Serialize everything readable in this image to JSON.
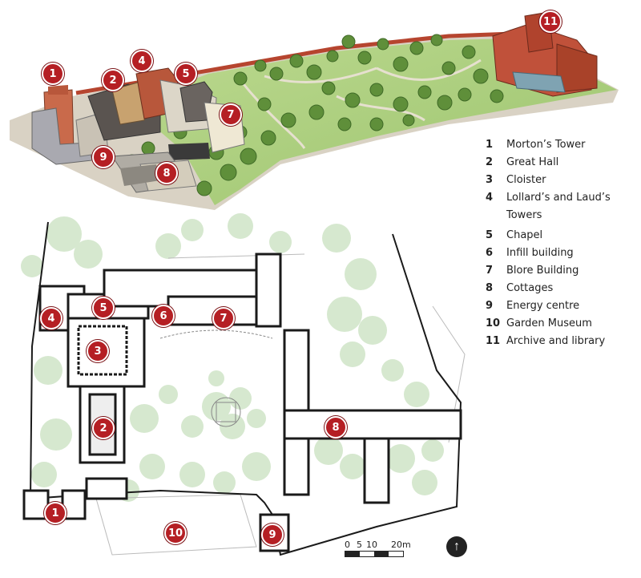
{
  "legend": [
    {
      "num": "1",
      "label": "Morton’s Tower"
    },
    {
      "num": "2",
      "label": "Great Hall"
    },
    {
      "num": "3",
      "label": "Cloister"
    },
    {
      "num": "4",
      "label": "Lollard’s and Laud’s Towers"
    },
    {
      "num": "5",
      "label": "Chapel"
    },
    {
      "num": "6",
      "label": "Infill building"
    },
    {
      "num": "7",
      "label": "Blore Building"
    },
    {
      "num": "8",
      "label": "Cottages"
    },
    {
      "num": "9",
      "label": "Energy centre"
    },
    {
      "num": "10",
      "label": "Garden Museum"
    },
    {
      "num": "11",
      "label": "Archive and library"
    }
  ],
  "scale": {
    "labels": [
      "0",
      "5",
      "10",
      "20m"
    ]
  },
  "north_icon": "north-arrow-icon",
  "colors": {
    "marker": "#b51f24",
    "lawn": "#a9cf7e",
    "brick": "#c0513a",
    "tree": "#5f8f3a",
    "wall": "#1a1a1a",
    "plan_tree": "#d6e8cf"
  }
}
